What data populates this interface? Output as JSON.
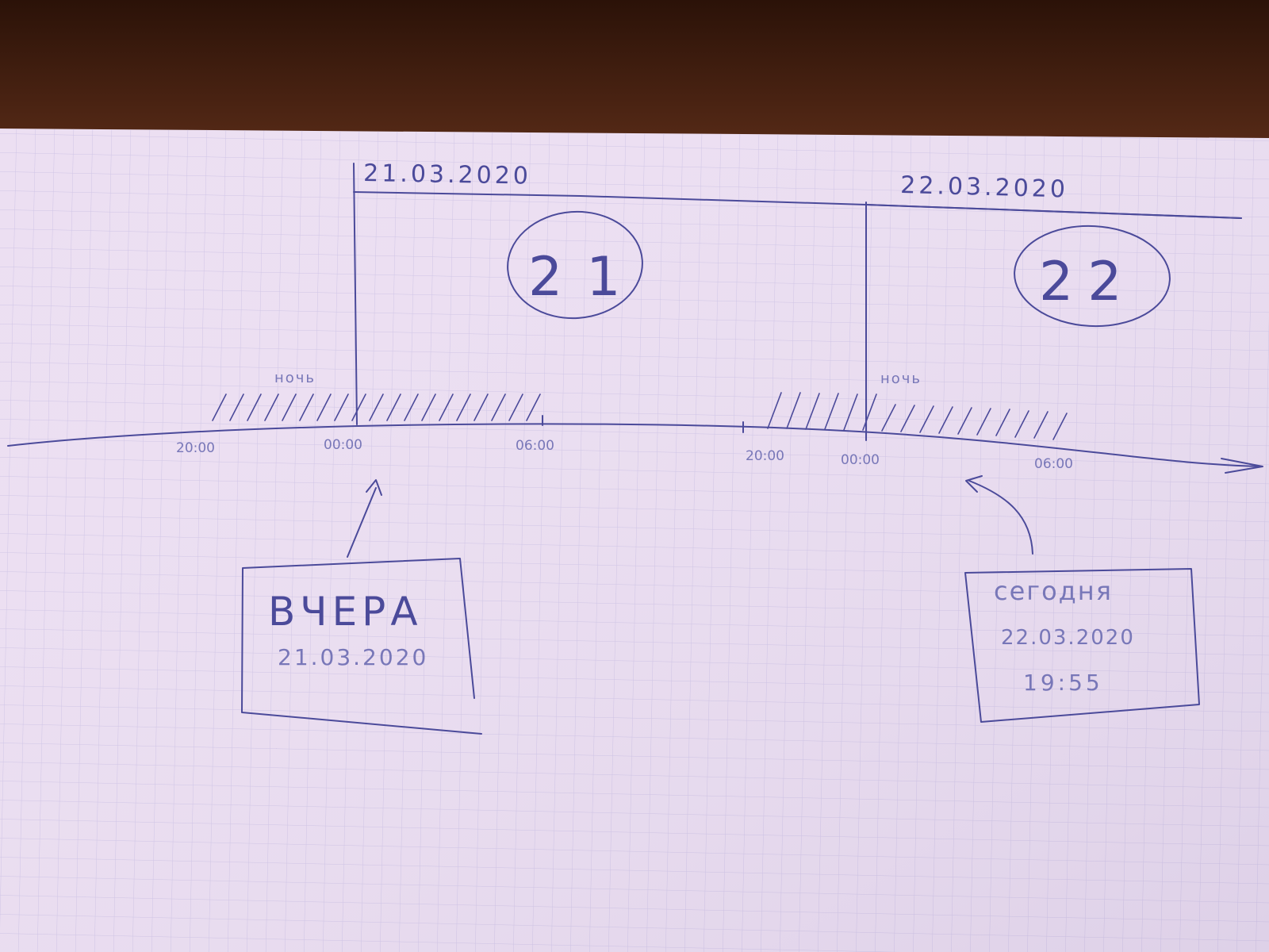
{
  "colors": {
    "table": "#4a2415",
    "table_dark": "#2b1208",
    "paper": "#ecdff2",
    "grid": "#cfc4e6",
    "ink": "#4b4a9a",
    "ink_faint": "#8a88c4"
  },
  "sketch": {
    "date_headers": [
      "21.03.2020",
      "22.03.2020"
    ],
    "day_circles": [
      "21",
      "22"
    ],
    "shade_labels": [
      "ночь",
      "ночь"
    ],
    "time_ticks": [
      "20:00",
      "00:00",
      "06:00",
      "20:00",
      "00:00",
      "06:00"
    ],
    "yesterday_box": {
      "title": "ВЧЕРА",
      "date": "21.03.2020"
    },
    "today_box": {
      "title": "сегодня",
      "date": "22.03.2020",
      "time": "19:55"
    }
  }
}
